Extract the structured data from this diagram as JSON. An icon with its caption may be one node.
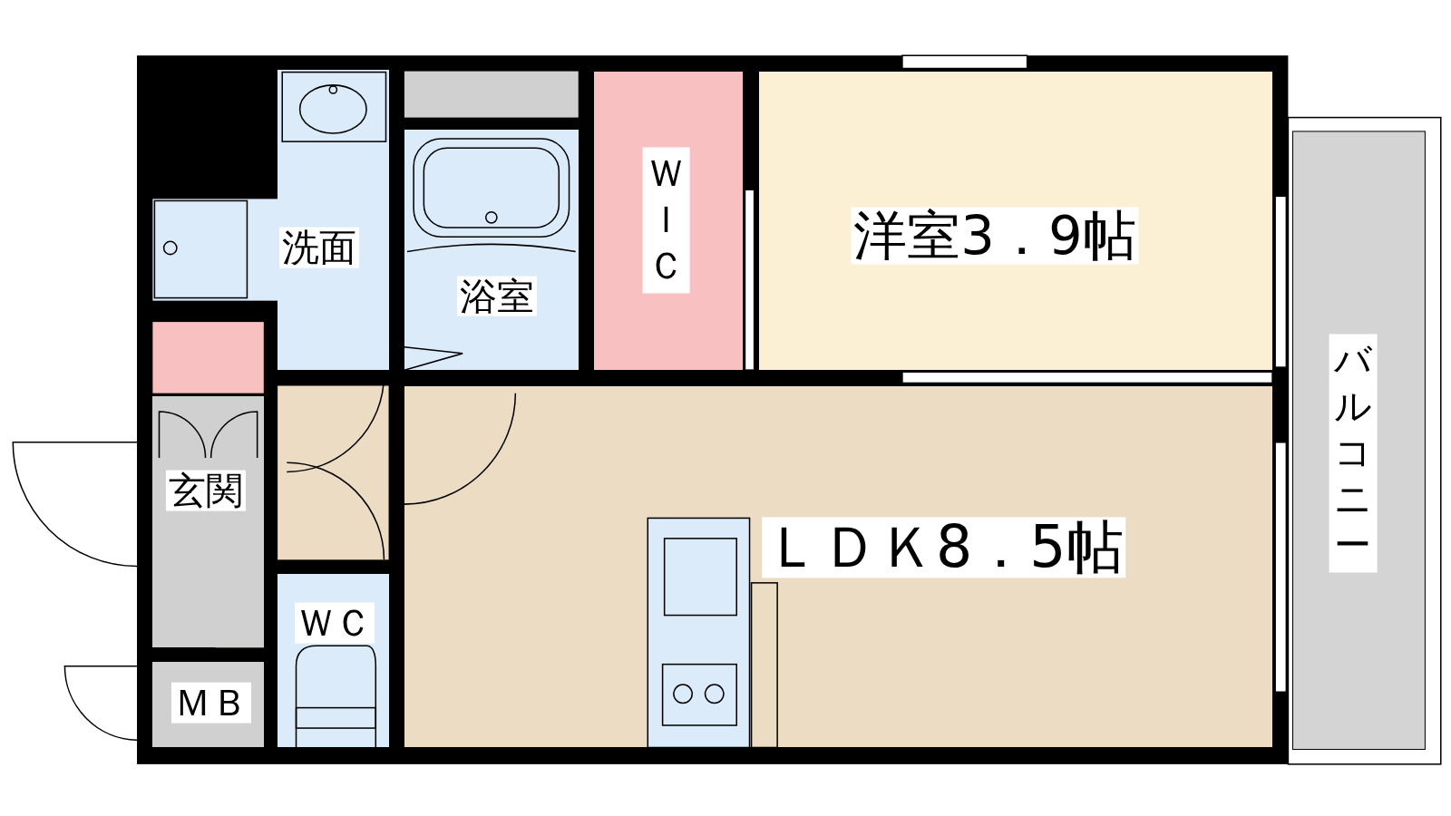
{
  "diagram": {
    "nodes": [
      {
        "text": [
          "洗面"
        ]
      },
      {
        "text": [
          "浴室"
        ]
      },
      {
        "text": [
          "ＷＩＣ"
        ]
      },
      {
        "text": [
          "洋室3．9帖"
        ]
      },
      {
        "text": [
          "玄関"
        ]
      },
      {
        "text": [
          "ＬＤＫ8．5帖"
        ]
      },
      {
        "text": [
          "ＷＣ"
        ]
      },
      {
        "text": [
          "ＭＢ"
        ]
      },
      {
        "text": [
          "バルコニー"
        ]
      }
    ]
  }
}
